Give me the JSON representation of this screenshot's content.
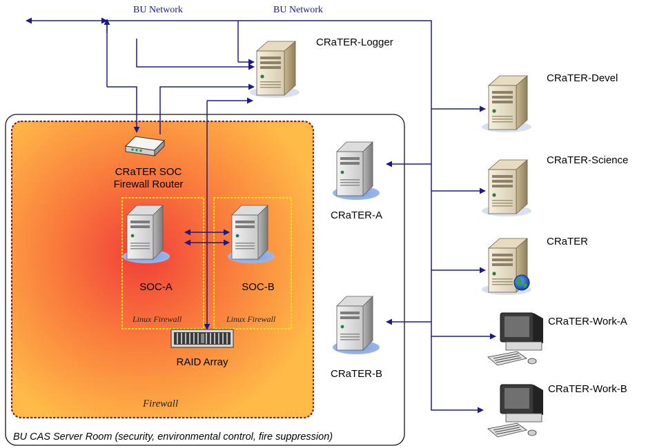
{
  "diagram": {
    "networks": [
      "BU Network",
      "BU Network"
    ],
    "room_label": "BU CAS Server Room (security, environmental control, fire suppression)",
    "firewall_zone_label": "Firewall",
    "linux_firewall_labels": [
      "Linux Firewall",
      "Linux Firewall"
    ],
    "router": {
      "label_line1": "CRaTER SOC",
      "label_line2": "Firewall Router",
      "icon": "router-icon"
    },
    "raid": {
      "label": "RAID Array",
      "icon": "raid-array-icon"
    },
    "servers": {
      "logger": "CRaTER-Logger",
      "soc_a": "SOC-A",
      "soc_b": "SOC-B",
      "crater_a": "CRaTER-A",
      "crater_b": "CRaTER-B",
      "devel": "CRaTER-Devel",
      "science": "CRaTER-Science",
      "web": "CRaTER"
    },
    "workstations": {
      "work_a": "CRaTER-Work-A",
      "work_b": "CRaTER-Work-B"
    },
    "colors": {
      "line": "#1a1a8c",
      "zone_center": "#f04a3a",
      "zone_edge": "#ffb64a",
      "zone_border": "#8a1c1c",
      "dotted_yellow": "#f0e020",
      "room_border": "#000000"
    }
  }
}
